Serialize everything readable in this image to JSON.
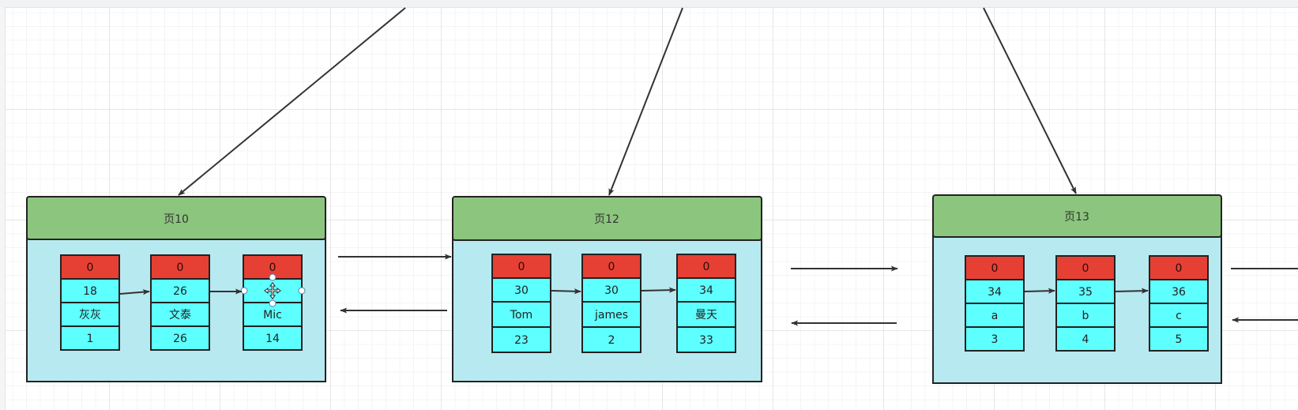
{
  "pages": [
    {
      "title": "页10",
      "records": [
        {
          "header": "0",
          "key": "18",
          "name": "灰灰",
          "value": "1"
        },
        {
          "header": "0",
          "key": "26",
          "name": "文泰",
          "value": "26"
        },
        {
          "header": "0",
          "key": "",
          "name": "Mic",
          "value": "14"
        }
      ]
    },
    {
      "title": "页12",
      "records": [
        {
          "header": "0",
          "key": "30",
          "name": "Tom",
          "value": "23"
        },
        {
          "header": "0",
          "key": "30",
          "name": "james",
          "value": "2"
        },
        {
          "header": "0",
          "key": "34",
          "name": "曼天",
          "value": "33"
        }
      ]
    },
    {
      "title": "页13",
      "records": [
        {
          "header": "0",
          "key": "34",
          "name": "a",
          "value": "3"
        },
        {
          "header": "0",
          "key": "35",
          "name": "b",
          "value": "4"
        },
        {
          "header": "0",
          "key": "36",
          "name": "c",
          "value": "5"
        }
      ]
    }
  ],
  "colors": {
    "page_header": "#8cc57e",
    "page_body": "#b7e9f0",
    "record_header": "#e64034",
    "record_cell": "#5effff"
  },
  "icons": {
    "selected_cell_cursor": "move-cursor-icon"
  }
}
